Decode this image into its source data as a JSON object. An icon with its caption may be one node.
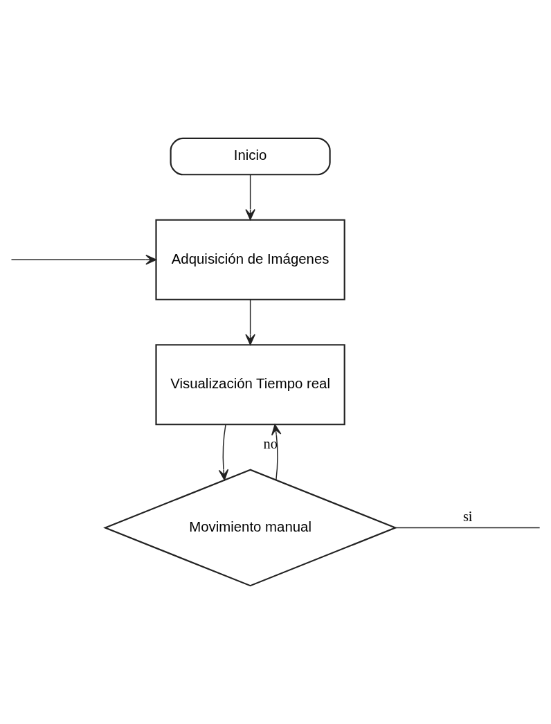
{
  "diagram": {
    "nodes": [
      {
        "text": [
          "Inicio"
        ]
      },
      {
        "text": [
          "Adquisición de Imágenes"
        ]
      },
      {
        "text": [
          "Visualización Tiempo real"
        ]
      },
      {
        "text": [
          "Movimiento manual"
        ]
      }
    ],
    "edges": [
      {
        "from": 0,
        "to": 1,
        "arrow": "to"
      },
      {
        "from": 1,
        "to": 2,
        "arrow": "to"
      },
      {
        "from": 2,
        "to": 3,
        "arrow": "to"
      },
      {
        "from": 3,
        "to": null,
        "arrow": "none",
        "label": "si"
      },
      {
        "from": null,
        "to": 1,
        "arrow": "to"
      },
      {
        "from": 3,
        "to": 2,
        "arrow": "to",
        "label": "no"
      }
    ]
  }
}
